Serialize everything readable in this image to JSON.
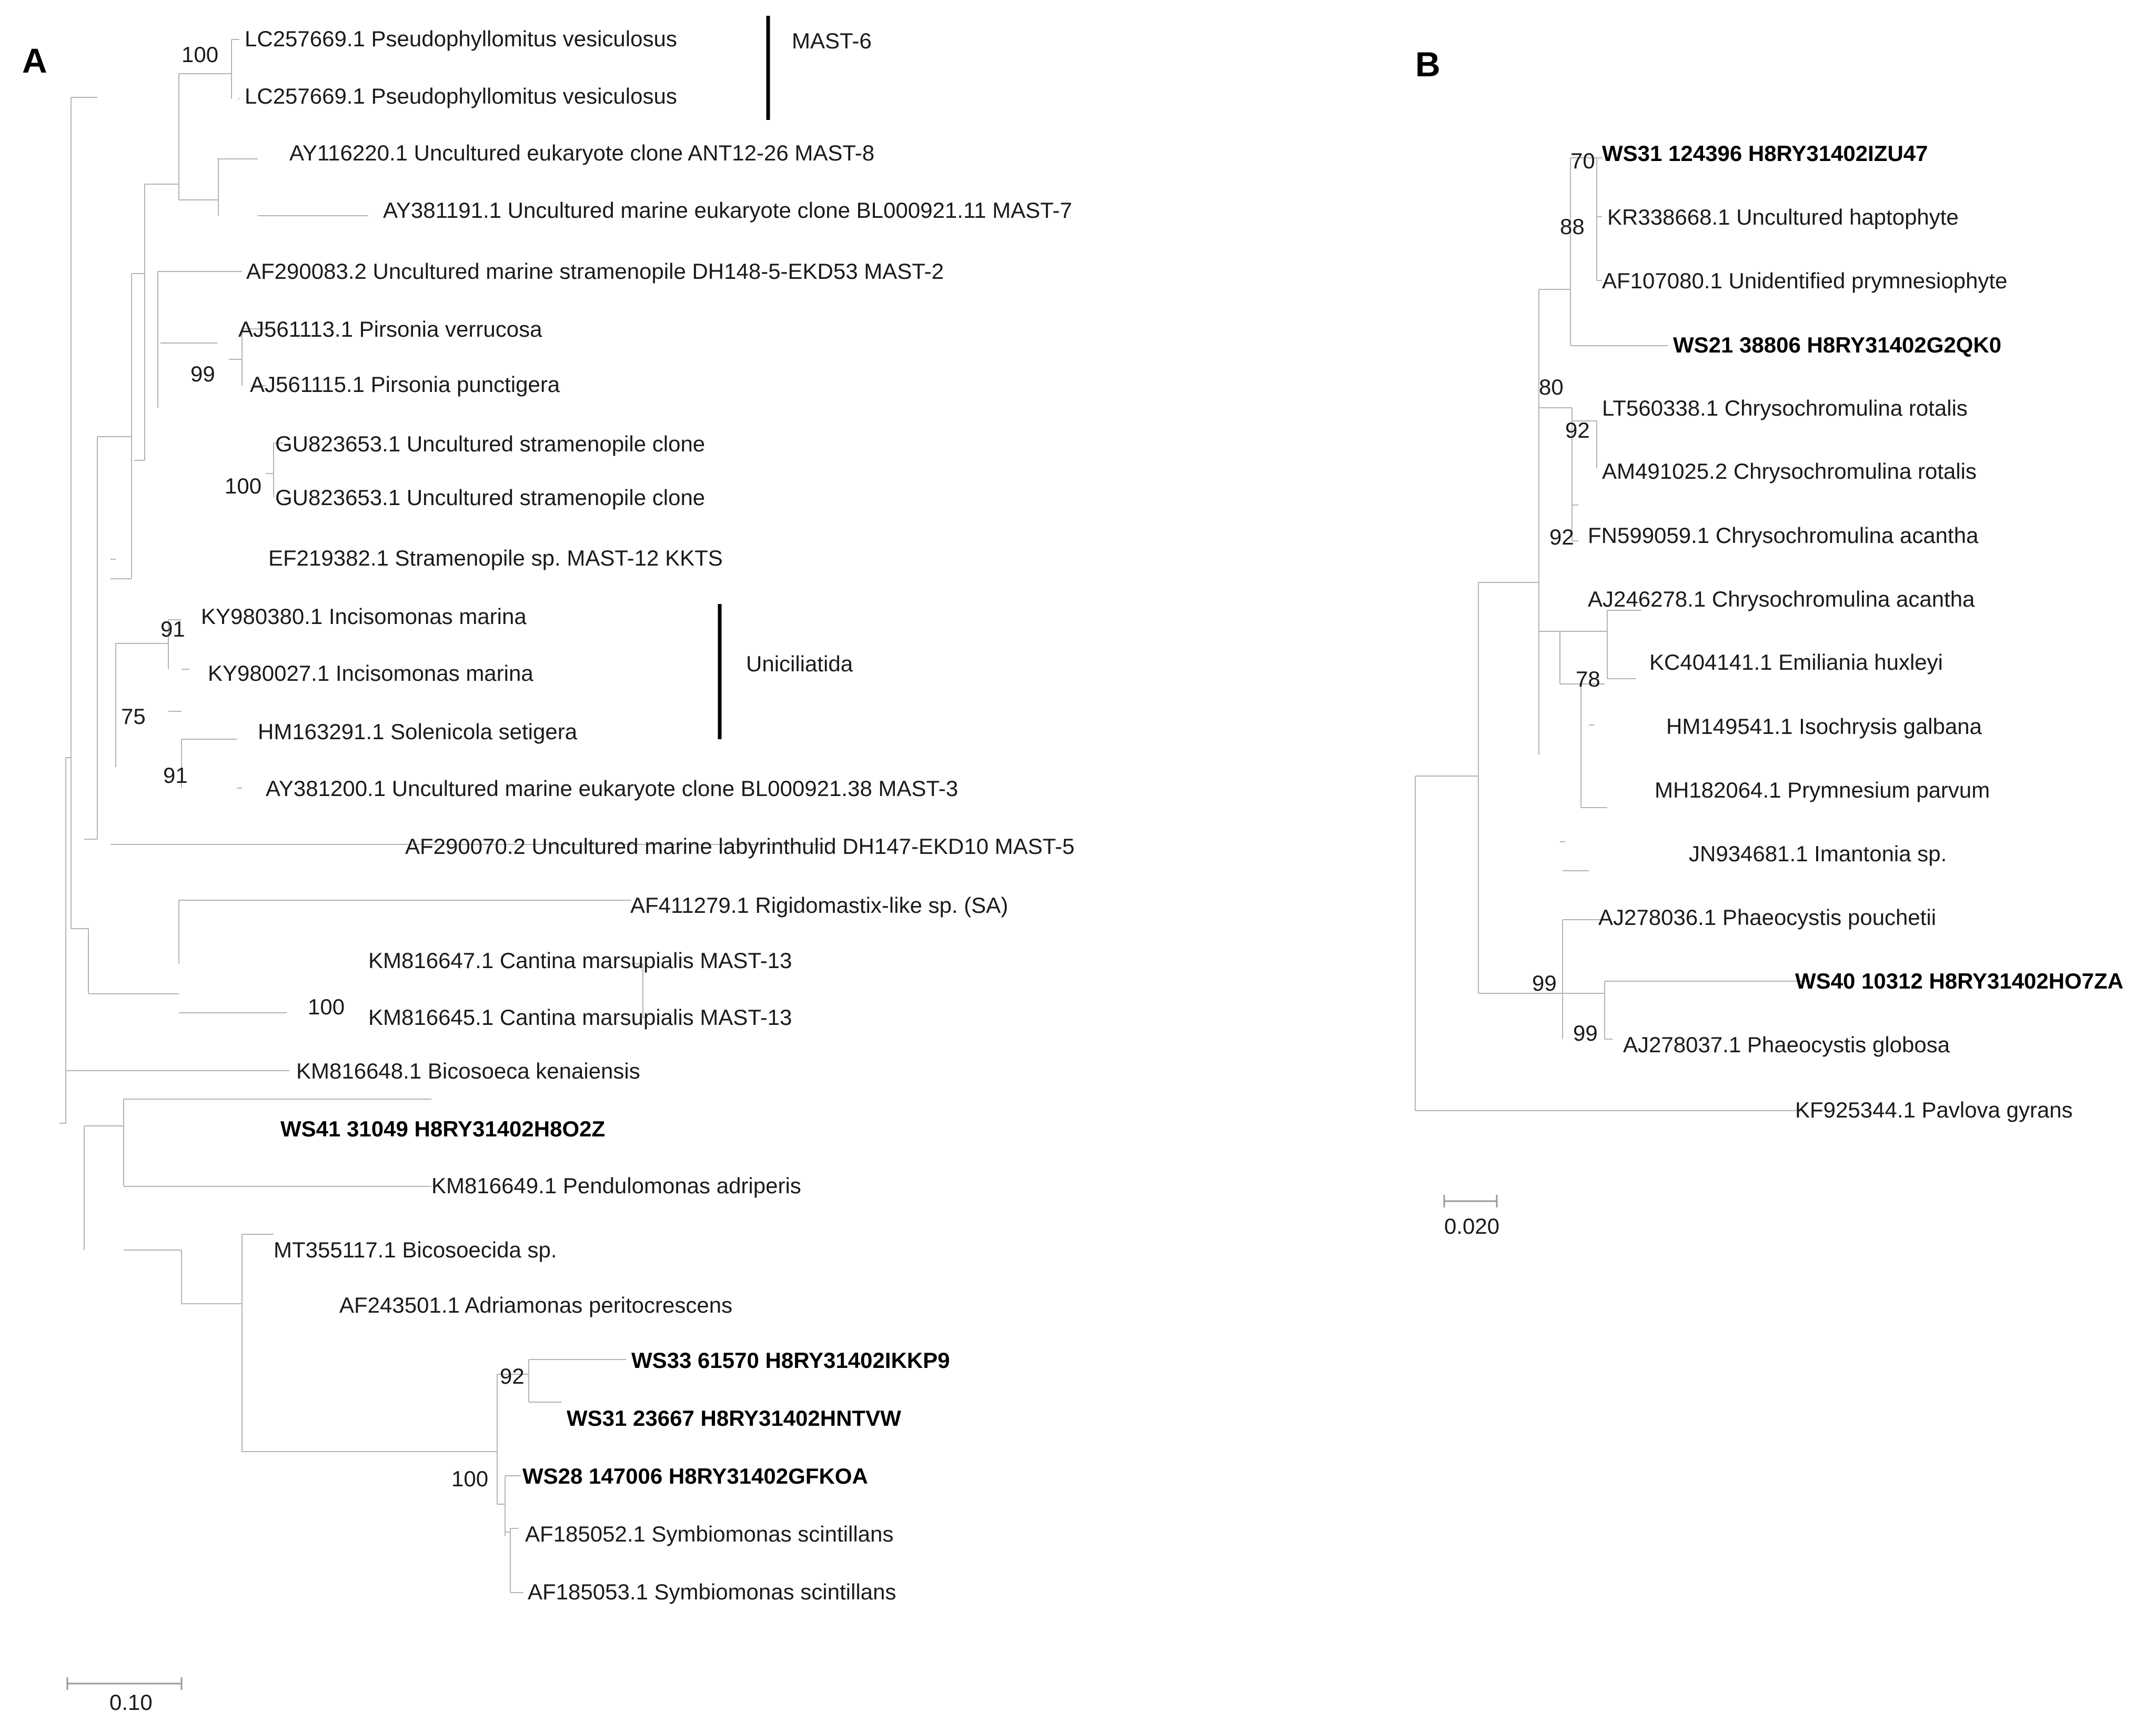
{
  "panels": [
    {
      "label": "A",
      "scale_label": "0.10",
      "leaves": [
        {
          "text": "LC257669.1 Pseudophyllomitus vesiculosus",
          "bold": false
        },
        {
          "text": "LC257669.1 Pseudophyllomitus vesiculosus",
          "bold": false
        },
        {
          "text": "AY116220.1 Uncultured eukaryote clone ANT12-26 MAST-8",
          "bold": false
        },
        {
          "text": "AY381191.1 Uncultured marine eukaryote clone BL000921.11 MAST-7",
          "bold": false
        },
        {
          "text": "AF290083.2 Uncultured marine stramenopile DH148-5-EKD53 MAST-2",
          "bold": false
        },
        {
          "text": "AJ561113.1 Pirsonia verrucosa",
          "bold": false
        },
        {
          "text": "AJ561115.1 Pirsonia punctigera",
          "bold": false
        },
        {
          "text": "GU823653.1 Uncultured stramenopile clone",
          "bold": false
        },
        {
          "text": "GU823653.1 Uncultured stramenopile clone",
          "bold": false
        },
        {
          "text": "EF219382.1 Stramenopile sp. MAST-12 KKTS",
          "bold": false
        },
        {
          "text": "KY980380.1 Incisomonas marina",
          "bold": false
        },
        {
          "text": "KY980027.1 Incisomonas marina",
          "bold": false
        },
        {
          "text": "HM163291.1 Solenicola setigera",
          "bold": false
        },
        {
          "text": "AY381200.1 Uncultured marine eukaryote clone BL000921.38 MAST-3",
          "bold": false
        },
        {
          "text": "AF290070.2 Uncultured marine labyrinthulid DH147-EKD10 MAST-5",
          "bold": false
        },
        {
          "text": "AF411279.1 Rigidomastix-like sp. (SA)",
          "bold": false
        },
        {
          "text": "KM816647.1 Cantina marsupialis MAST-13",
          "bold": false
        },
        {
          "text": "KM816645.1 Cantina marsupialis MAST-13",
          "bold": false
        },
        {
          "text": "KM816648.1 Bicosoeca kenaiensis",
          "bold": false
        },
        {
          "text": "WS41 31049 H8RY31402H8O2Z",
          "bold": true
        },
        {
          "text": "KM816649.1 Pendulomonas adriperis",
          "bold": false
        },
        {
          "text": "MT355117.1 Bicosoecida sp.",
          "bold": false
        },
        {
          "text": "AF243501.1 Adriamonas peritocrescens",
          "bold": false
        },
        {
          "text": "WS33 61570 H8RY31402IKKP9",
          "bold": true
        },
        {
          "text": "WS31 23667 H8RY31402HNTVW",
          "bold": true
        },
        {
          "text": "WS28 147006 H8RY31402GFKOA",
          "bold": true
        },
        {
          "text": "AF185052.1 Symbiomonas scintillans",
          "bold": false
        },
        {
          "text": "AF185053.1 Symbiomonas scintillans",
          "bold": false
        }
      ],
      "supports": [
        "100",
        "99",
        "100",
        "91",
        "75",
        "91",
        "100",
        "92",
        "100"
      ],
      "clades": [
        "MAST-6",
        "Uniciliatida"
      ]
    },
    {
      "label": "B",
      "scale_label": "0.020",
      "leaves": [
        {
          "text": "WS31 124396 H8RY31402IZU47",
          "bold": true
        },
        {
          "text": "KR338668.1 Uncultured haptophyte",
          "bold": false
        },
        {
          "text": "AF107080.1 Unidentified prymnesiophyte",
          "bold": false
        },
        {
          "text": "WS21 38806 H8RY31402G2QK0",
          "bold": true
        },
        {
          "text": "LT560338.1 Chrysochromulina rotalis",
          "bold": false
        },
        {
          "text": "AM491025.2 Chrysochromulina rotalis",
          "bold": false
        },
        {
          "text": "FN599059.1 Chrysochromulina acantha",
          "bold": false
        },
        {
          "text": "AJ246278.1 Chrysochromulina acantha",
          "bold": false
        },
        {
          "text": "KC404141.1 Emiliania huxleyi",
          "bold": false
        },
        {
          "text": "HM149541.1 Isochrysis galbana",
          "bold": false
        },
        {
          "text": "MH182064.1 Prymnesium parvum",
          "bold": false
        },
        {
          "text": "JN934681.1 Imantonia sp.",
          "bold": false
        },
        {
          "text": "AJ278036.1 Phaeocystis pouchetii",
          "bold": false
        },
        {
          "text": "WS40 10312 H8RY31402HO7ZA",
          "bold": true
        },
        {
          "text": "AJ278037.1 Phaeocystis globosa",
          "bold": false
        },
        {
          "text": "KF925344.1 Pavlova gyrans",
          "bold": false
        }
      ],
      "supports": [
        "70",
        "88",
        "80",
        "92",
        "92",
        "78",
        "99",
        "99"
      ],
      "clades": []
    }
  ]
}
